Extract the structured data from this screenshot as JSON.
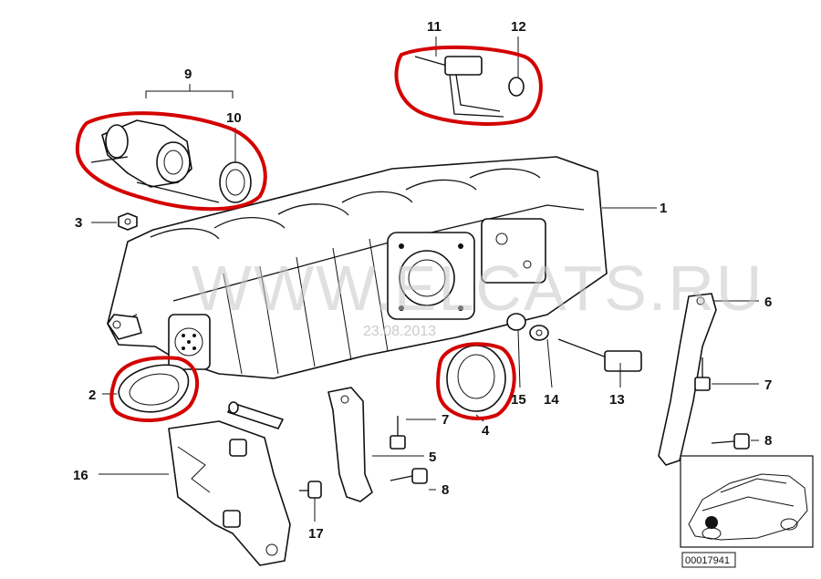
{
  "watermark": {
    "text": "WWW.ELCATS.RU",
    "date": "23.08.2013"
  },
  "reference_code": "00017941",
  "callouts": [
    "1",
    "2",
    "3",
    "4",
    "5",
    "6",
    "7",
    "8",
    "9",
    "10",
    "11",
    "12",
    "13",
    "14",
    "15",
    "16",
    "17"
  ],
  "labels": {
    "c1": "1",
    "c2": "2",
    "c3": "3",
    "c4": "4",
    "c5": "5",
    "c6": "6",
    "c7a": "7",
    "c7b": "7",
    "c8a": "8",
    "c8b": "8",
    "c9": "9",
    "c10": "10",
    "c11": "11",
    "c12": "12",
    "c13": "13",
    "c14": "14",
    "c15": "15",
    "c16": "16",
    "c17": "17"
  },
  "highlight_color": "#d40000"
}
